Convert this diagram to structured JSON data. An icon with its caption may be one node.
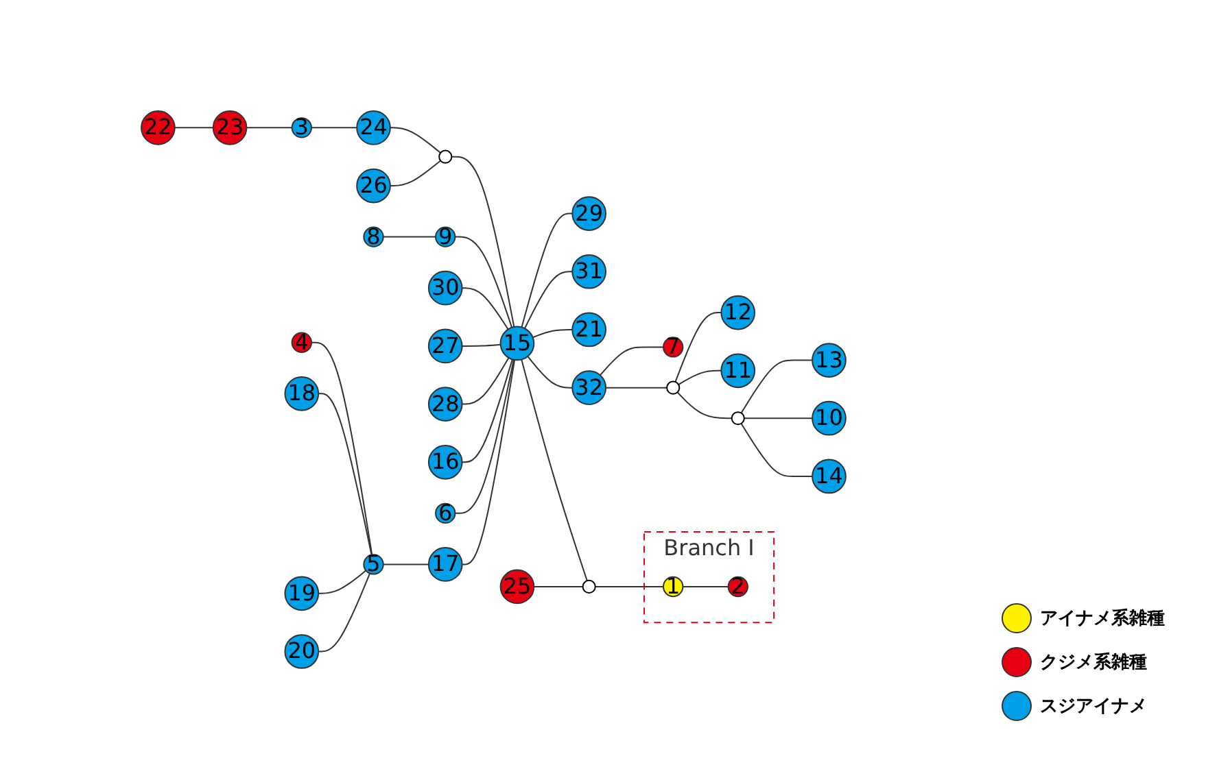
{
  "diagram": {
    "nodes": [
      {
        "text": [
          "Branch I"
        ]
      },
      {
        "text": [
          "1"
        ],
        "in": 0
      },
      {
        "text": [
          "2"
        ],
        "in": 0
      },
      {
        "text": [
          "22"
        ]
      },
      {
        "text": [
          "23"
        ]
      },
      {
        "text": [
          "3"
        ]
      },
      {
        "text": [
          "24"
        ]
      },
      {
        "text": [],
        "shape": "circle"
      },
      {
        "text": [
          "26"
        ]
      },
      {
        "text": [
          "8"
        ]
      },
      {
        "text": [
          "9"
        ]
      },
      {
        "text": [
          "30"
        ]
      },
      {
        "text": [
          "27"
        ]
      },
      {
        "text": [
          "28"
        ]
      },
      {
        "text": [
          "16"
        ]
      },
      {
        "text": [
          "6"
        ]
      },
      {
        "text": [
          "4"
        ]
      },
      {
        "text": [
          "18"
        ]
      },
      {
        "text": [
          "19"
        ]
      },
      {
        "text": [
          "5"
        ]
      },
      {
        "text": [
          "20"
        ]
      },
      {
        "text": [
          "17"
        ]
      },
      {
        "text": [
          "15"
        ]
      },
      {
        "text": [
          "29"
        ]
      },
      {
        "text": [
          "31"
        ]
      },
      {
        "text": [
          "21"
        ]
      },
      {
        "text": [
          "25"
        ]
      },
      {
        "text": [],
        "shape": "circle"
      },
      {
        "text": [
          "32"
        ]
      },
      {
        "text": [
          "7"
        ]
      },
      {
        "text": [],
        "shape": "circle"
      },
      {
        "text": [
          "12"
        ]
      },
      {
        "text": [],
        "shape": "circle"
      },
      {
        "text": [
          "14"
        ]
      },
      {
        "text": [
          "11"
        ]
      },
      {
        "text": [
          "13"
        ]
      },
      {
        "text": [
          "10"
        ]
      }
    ],
    "edges": [
      {
        "from": 3,
        "to": 4,
        "arrow": "none"
      },
      {
        "from": 4,
        "to": 5,
        "arrow": "none"
      },
      {
        "from": 5,
        "to": 6,
        "arrow": "none"
      },
      {
        "from": 6,
        "to": 7,
        "arrow": "none"
      },
      {
        "from": 8,
        "to": 7,
        "arrow": "none"
      },
      {
        "from": 7,
        "to": 22,
        "arrow": "none"
      },
      {
        "from": 9,
        "to": 10,
        "arrow": "none"
      },
      {
        "from": 10,
        "to": 22,
        "arrow": "none"
      },
      {
        "from": 11,
        "to": 22,
        "arrow": "none"
      },
      {
        "from": 12,
        "to": 22,
        "arrow": "none"
      },
      {
        "from": 13,
        "to": 22,
        "arrow": "none"
      },
      {
        "from": 14,
        "to": 22,
        "arrow": "none"
      },
      {
        "from": 15,
        "to": 22,
        "arrow": "none"
      },
      {
        "from": 16,
        "to": 19,
        "arrow": "none"
      },
      {
        "from": 17,
        "to": 19,
        "arrow": "none"
      },
      {
        "from": 18,
        "to": 19,
        "arrow": "none"
      },
      {
        "from": 20,
        "to": 19,
        "arrow": "none"
      },
      {
        "from": 19,
        "to": 21,
        "arrow": "none"
      },
      {
        "from": 21,
        "to": 22,
        "arrow": "none"
      },
      {
        "from": 22,
        "to": 23,
        "arrow": "none"
      },
      {
        "from": 22,
        "to": 24,
        "arrow": "none"
      },
      {
        "from": 22,
        "to": 25,
        "arrow": "none"
      },
      {
        "from": 22,
        "to": 28,
        "arrow": "none"
      },
      {
        "from": 22,
        "to": 27,
        "arrow": "none"
      },
      {
        "from": 26,
        "to": 27,
        "arrow": "none"
      },
      {
        "from": 27,
        "to": 1,
        "arrow": "none"
      },
      {
        "from": 1,
        "to": 2,
        "arrow": "none"
      },
      {
        "from": 28,
        "to": 29,
        "arrow": "none"
      },
      {
        "from": 28,
        "to": 30,
        "arrow": "none"
      },
      {
        "from": 30,
        "to": 31,
        "arrow": "none"
      },
      {
        "from": 30,
        "to": 34,
        "arrow": "none"
      },
      {
        "from": 30,
        "to": 32,
        "arrow": "none"
      },
      {
        "from": 32,
        "to": 35,
        "arrow": "none"
      },
      {
        "from": 32,
        "to": 36,
        "arrow": "none"
      },
      {
        "from": 32,
        "to": 33,
        "arrow": "none"
      }
    ],
    "legend": [
      {
        "text": "アイナメ系雑種",
        "color": "#fff100"
      },
      {
        "text": "クジメ系雑種",
        "color": "#e60012"
      },
      {
        "text": "スジアイナメ",
        "color": "#00a0e9"
      }
    ]
  }
}
